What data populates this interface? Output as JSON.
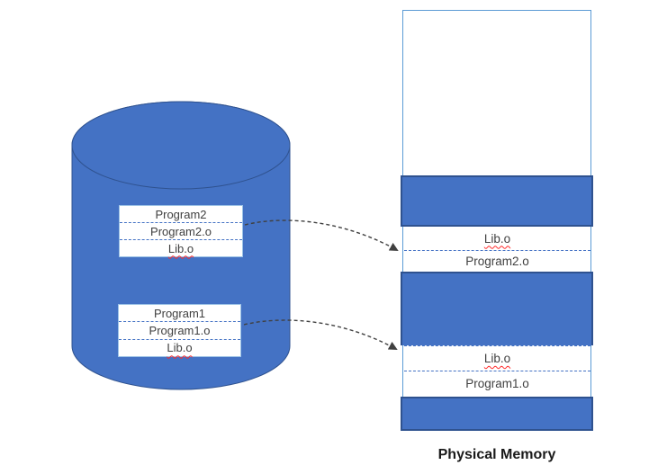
{
  "colors": {
    "shape_fill": "#4472C4",
    "shape_stroke": "#2F528F",
    "memory_outline": "#5B9BD5",
    "box_border": "#9DC3E6",
    "dashed_separator": "#4472C4",
    "arrow": "#404040",
    "text": "#404040",
    "caption": "#1A1A1A",
    "squiggle": "#FF2A2A"
  },
  "disk": {
    "program2_box": {
      "rows": [
        "Program2",
        "Program2.o",
        "Lib.o"
      ]
    },
    "program1_box": {
      "rows": [
        "Program1",
        "Program1.o",
        "Lib.o"
      ]
    }
  },
  "memory": {
    "caption": "Physical Memory",
    "region_program2": {
      "rows": [
        "Lib.o",
        "Program2.o"
      ]
    },
    "region_program1": {
      "rows": [
        "Lib.o",
        "Program1.o"
      ]
    }
  }
}
